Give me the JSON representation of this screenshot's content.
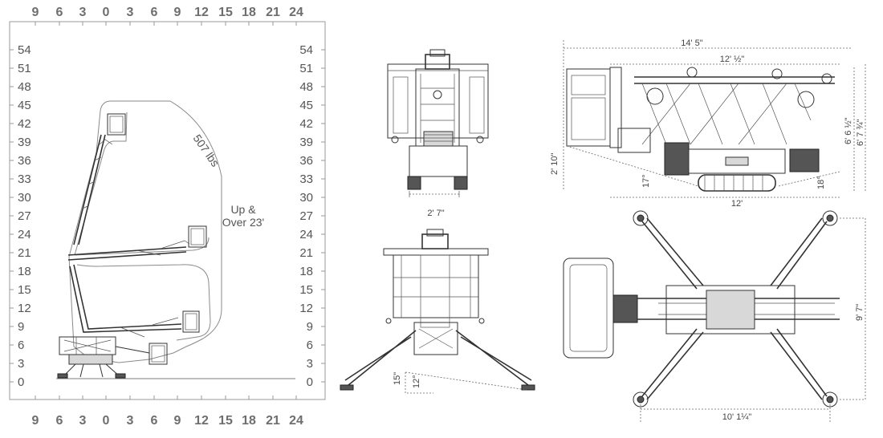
{
  "range_chart": {
    "top_axis_labels": [
      "9",
      "6",
      "3",
      "0",
      "3",
      "6",
      "9",
      "12",
      "15",
      "18",
      "21",
      "24"
    ],
    "bottom_axis_labels": [
      "9",
      "6",
      "3",
      "0",
      "3",
      "6",
      "9",
      "12",
      "15",
      "18",
      "21",
      "24"
    ],
    "left_height_labels": [
      "54",
      "51",
      "48",
      "45",
      "42",
      "39",
      "36",
      "33",
      "30",
      "27",
      "24",
      "21",
      "18",
      "15",
      "12",
      "9",
      "6",
      "3",
      "0"
    ],
    "right_height_labels": [
      "54",
      "51",
      "48",
      "45",
      "42",
      "39",
      "36",
      "33",
      "30",
      "27",
      "24",
      "21",
      "18",
      "15",
      "12",
      "9",
      "6",
      "3",
      "0"
    ],
    "capacity_label": "507 lbs",
    "outreach_label_line1": "Up &",
    "outreach_label_line2": "Over 23'"
  },
  "dimensions": {
    "front_width": "2' 7\"",
    "overall_length": "14' 5\"",
    "stowed_length": "12' ½\"",
    "stowed_height_1": "6' 6 ½\"",
    "stowed_height_2": "6' 7 ¾\"",
    "left_height": "2' 10\"",
    "approach_angle": "17°",
    "departure_angle": "18°",
    "track_length": "12'",
    "outrigger_width": "9' 7\"",
    "outrigger_length": "10' 1¼\"",
    "ground_clearance": "15\"",
    "slope_angle": "12°"
  }
}
